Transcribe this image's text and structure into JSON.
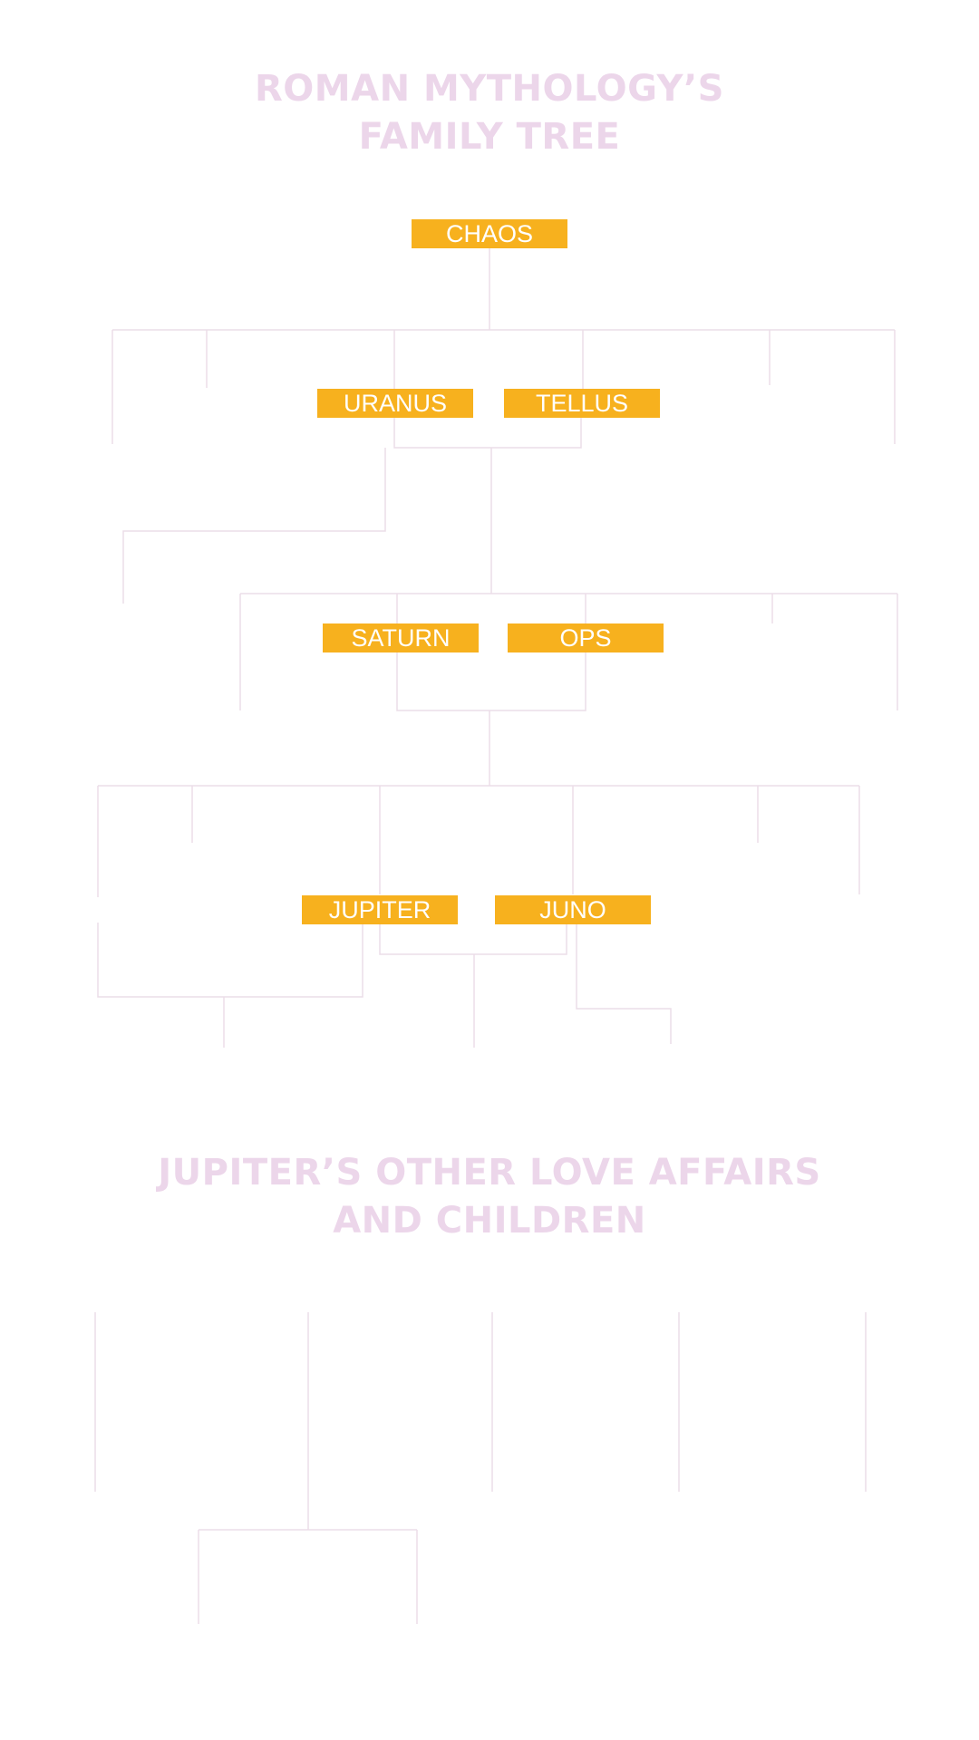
{
  "titles": {
    "family_tree": [
      "ROMAN MYTHOLOGY’S",
      "FAMILY TREE"
    ],
    "love_affairs": [
      "JUPITER’S OTHER LOVE AFFAIRS",
      "AND CHILDREN"
    ]
  },
  "nodes": {
    "chaos": "CHAOS",
    "uranus": "URANUS",
    "tellus": "TELLUS",
    "saturn": "SATURN",
    "ops": "OPS",
    "jupiter": "JUPITER",
    "juno": "JUNO"
  },
  "colors": {
    "title": "#ecd6ea",
    "node_fill": "#f7b11e",
    "node_text": "#ffffff",
    "connector": "#ecdde8"
  }
}
